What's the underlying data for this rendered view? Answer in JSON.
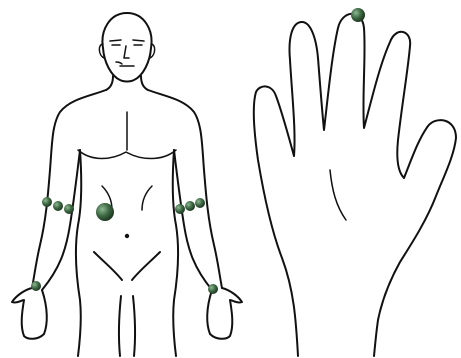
{
  "diagram": {
    "panels": [
      "body-front-outline",
      "hand-outline"
    ],
    "marker_color": "#3f6b45",
    "marker_highlight": "#8fb894",
    "marker_shadow": "#203a24",
    "markers": [
      {
        "id": "left-upper-arm-1",
        "size": "small"
      },
      {
        "id": "left-upper-arm-2",
        "size": "small"
      },
      {
        "id": "left-upper-arm-3",
        "size": "small"
      },
      {
        "id": "right-upper-arm-1",
        "size": "small"
      },
      {
        "id": "right-upper-arm-2",
        "size": "small"
      },
      {
        "id": "right-upper-arm-3",
        "size": "small"
      },
      {
        "id": "abdomen",
        "size": "large"
      },
      {
        "id": "left-wrist",
        "size": "small"
      },
      {
        "id": "right-wrist",
        "size": "small"
      },
      {
        "id": "middle-fingertip",
        "size": "medium"
      }
    ]
  }
}
